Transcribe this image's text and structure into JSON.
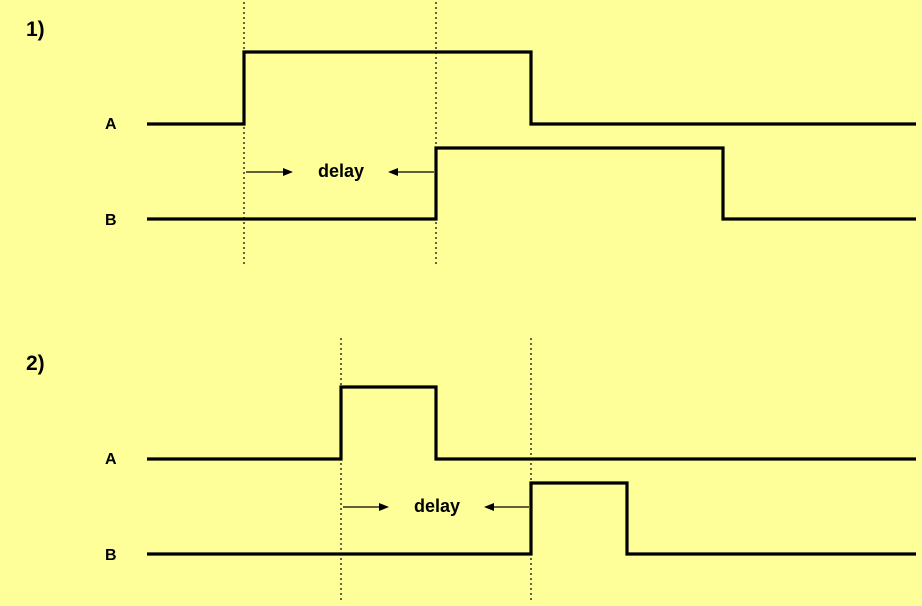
{
  "diagrams": [
    {
      "number_label": "1)",
      "signal_a": {
        "label": "A"
      },
      "signal_b": {
        "label": "B"
      },
      "delay_label": "delay"
    },
    {
      "number_label": "2)",
      "signal_a": {
        "label": "A"
      },
      "signal_b": {
        "label": "B"
      },
      "delay_label": "delay"
    }
  ],
  "colors": {
    "background": "#ffff99",
    "ink": "#000000"
  }
}
